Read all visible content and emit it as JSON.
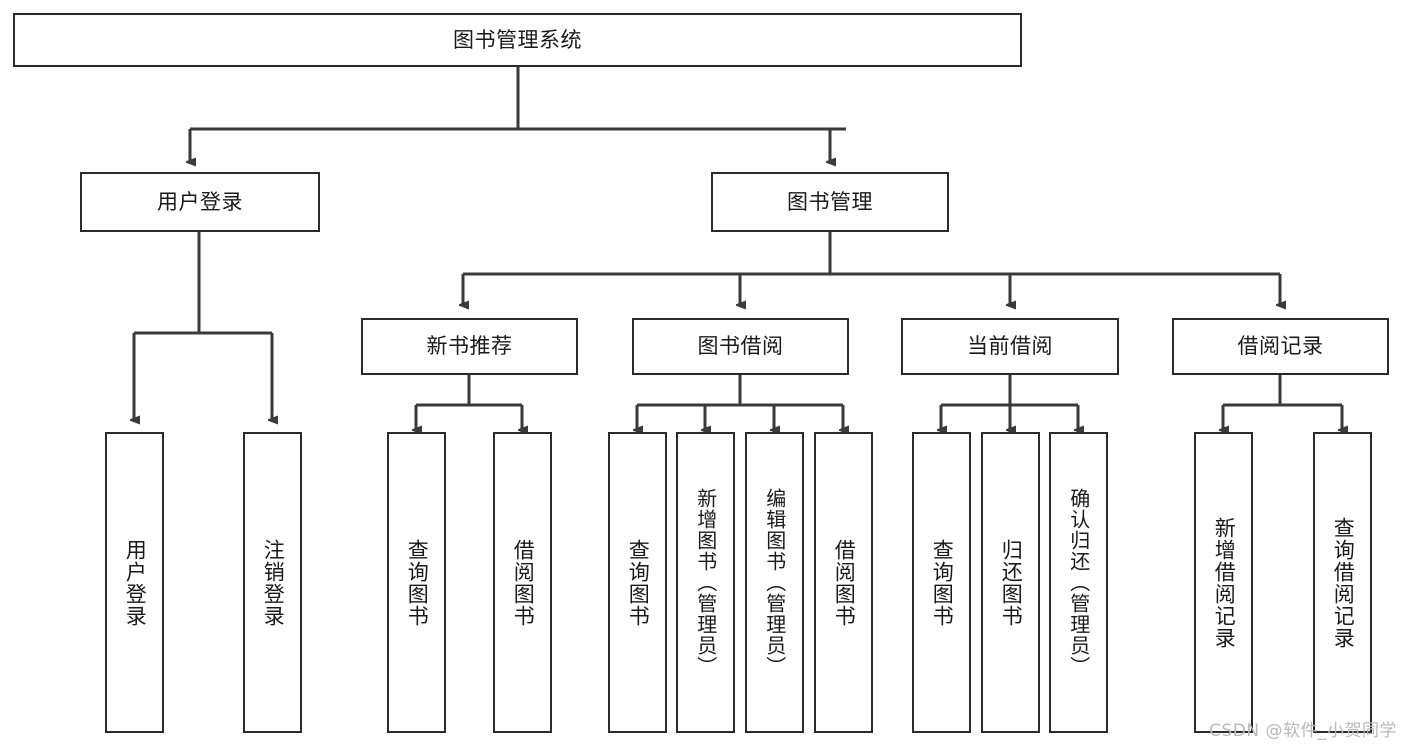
{
  "diagram": {
    "title": "图书管理系统",
    "type": "tree-hierarchy-diagram",
    "root": {
      "id": "root",
      "label": "图书管理系统",
      "orientation": "horizontal"
    },
    "level2": [
      {
        "id": "user-login",
        "label": "用户登录",
        "orientation": "horizontal"
      },
      {
        "id": "book-manage",
        "label": "图书管理",
        "orientation": "horizontal"
      }
    ],
    "level3": [
      {
        "id": "new-book-recommend",
        "label": "新书推荐",
        "orientation": "horizontal"
      },
      {
        "id": "book-borrow",
        "label": "图书借阅",
        "orientation": "horizontal"
      },
      {
        "id": "current-borrow",
        "label": "当前借阅",
        "orientation": "horizontal"
      },
      {
        "id": "borrow-record",
        "label": "借阅记录",
        "orientation": "horizontal"
      }
    ],
    "leaves": {
      "user-login": [
        {
          "id": "leaf-user-login",
          "label": "用户登录",
          "orientation": "vertical"
        },
        {
          "id": "leaf-logout",
          "label": "注销登录",
          "orientation": "vertical"
        }
      ],
      "new-book-recommend": [
        {
          "id": "leaf-query-book-1",
          "label": "查询图书",
          "orientation": "vertical"
        },
        {
          "id": "leaf-borrow-book-1",
          "label": "借阅图书",
          "orientation": "vertical"
        }
      ],
      "book-borrow": [
        {
          "id": "leaf-query-book-2",
          "label": "查询图书",
          "orientation": "vertical"
        },
        {
          "id": "leaf-add-book",
          "label": "新增图书（管理员）",
          "orientation": "vertical"
        },
        {
          "id": "leaf-edit-book",
          "label": "编辑图书（管理员）",
          "orientation": "vertical"
        },
        {
          "id": "leaf-borrow-book-2",
          "label": "借阅图书",
          "orientation": "vertical"
        }
      ],
      "current-borrow": [
        {
          "id": "leaf-query-book-3",
          "label": "查询图书",
          "orientation": "vertical"
        },
        {
          "id": "leaf-return-book",
          "label": "归还图书",
          "orientation": "vertical"
        },
        {
          "id": "leaf-confirm-return",
          "label": "确认归还（管理员）",
          "orientation": "vertical"
        }
      ],
      "borrow-record": [
        {
          "id": "leaf-add-record",
          "label": "新增借阅记录",
          "orientation": "vertical"
        },
        {
          "id": "leaf-query-record",
          "label": "查询借阅记录",
          "orientation": "vertical"
        }
      ]
    },
    "colors": {
      "border": "#2b2b2b",
      "edge": "#3a3a3a",
      "text": "#1a1a1a",
      "background": "#ffffff",
      "watermark": "#b9b9b9"
    }
  },
  "watermark": {
    "text": "CSDN @软件_小贺同学"
  }
}
